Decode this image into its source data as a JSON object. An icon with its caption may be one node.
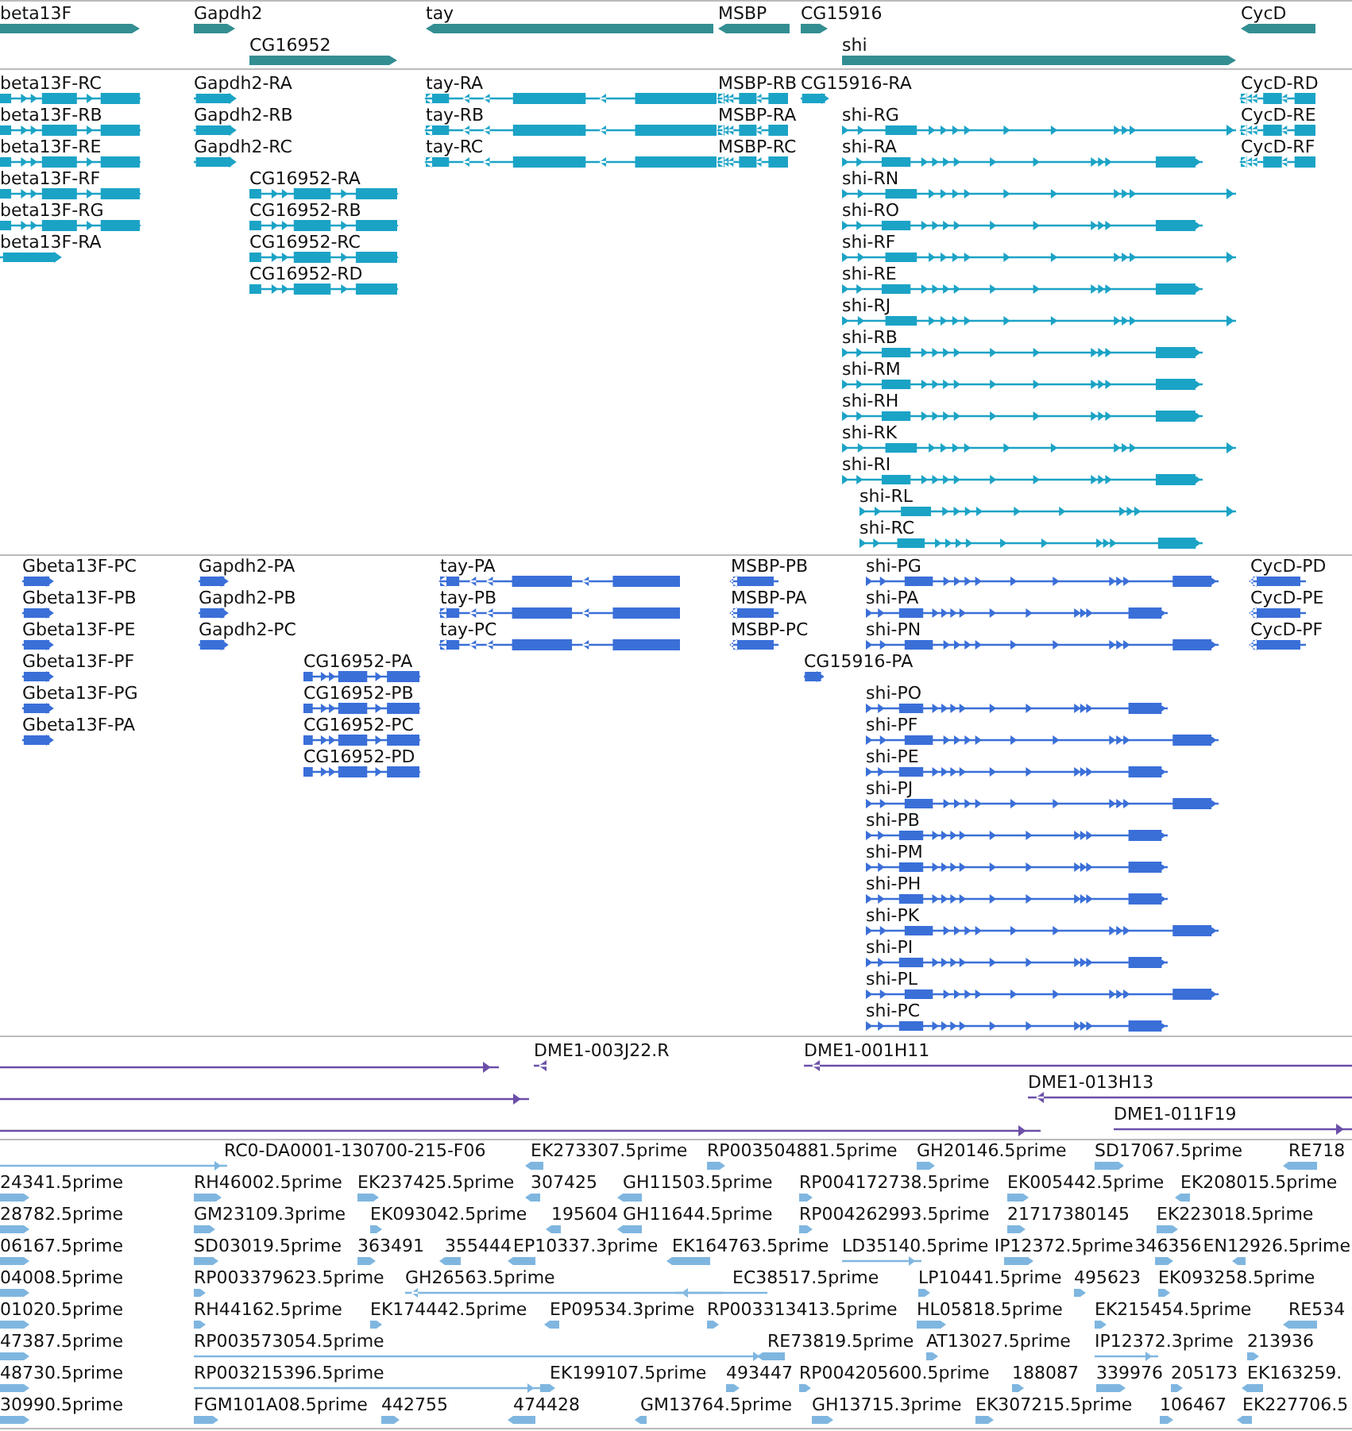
{
  "diagram": {
    "labels": [
      "beta13F",
      "Gapdh2",
      "tay",
      "MSBP",
      "CG15916",
      "CycD",
      "CG16952",
      "shi",
      "beta13F-RC",
      "Gapdh2-RA",
      "tay-RA",
      "MSBP-RB",
      "CG15916-RA",
      "CycD-RD",
      "beta13F-RB",
      "Gapdh2-RB",
      "tay-RB",
      "MSBP-RA",
      "shi-RG",
      "CycD-RE",
      "beta13F-RE",
      "Gapdh2-RC",
      "tay-RC",
      "MSBP-RC",
      "shi-RA",
      "CycD-RF",
      "beta13F-RF",
      "CG16952-RA",
      "shi-RN",
      "beta13F-RG",
      "CG16952-RB",
      "shi-RO",
      "beta13F-RA",
      "CG16952-RC",
      "shi-RF",
      "CG16952-RD",
      "shi-RE",
      "shi-RJ",
      "shi-RB",
      "shi-RM",
      "shi-RH",
      "shi-RK",
      "shi-RI",
      "shi-RL",
      "shi-RC",
      "Gbeta13F-PC",
      "Gapdh2-PA",
      "tay-PA",
      "MSBP-PB",
      "shi-PG",
      "CycD-PD",
      "Gbeta13F-PB",
      "Gapdh2-PB",
      "tay-PB",
      "MSBP-PA",
      "shi-PA",
      "CycD-PE",
      "Gbeta13F-PE",
      "Gapdh2-PC",
      "tay-PC",
      "MSBP-PC",
      "shi-PN",
      "CycD-PF",
      "Gbeta13F-PF",
      "CG16952-PA",
      "CG15916-PA",
      "Gbeta13F-PG",
      "CG16952-PB",
      "shi-PO",
      "Gbeta13F-PA",
      "CG16952-PC",
      "shi-PF",
      "CG16952-PD",
      "shi-PE",
      "shi-PJ",
      "shi-PB",
      "shi-PM",
      "shi-PH",
      "shi-PK",
      "shi-PI",
      "shi-PL",
      "shi-PC",
      "DME1-003J22.R",
      "DME1-001H11",
      "DME1-013H13",
      "DME1-011F19",
      "RC0-DA0001-130700-215-F06",
      "EK273307.5prime",
      "RP003504881.5prime",
      "GH20146.5prime",
      "SD17067.5prime",
      "RE718",
      "24341.5prime",
      "RH46002.5prime",
      "EK237425.5prime",
      "307425",
      "GH11503.5prime",
      "RP004172738.5prime",
      "EK005442.5prime",
      "EK208015.5prime",
      "28782.5prime",
      "GM23109.3prime",
      "EK093042.5prime",
      "195604",
      "GH11644.5prime",
      "RP004262993.5prime",
      "21717380145",
      "EK223018.5prime",
      "06167.5prime",
      "SD03019.5prime",
      "363491",
      "355444",
      "EP10337.3prime",
      "EK164763.5prime",
      "LD35140.5prime",
      "IP12372.5prime",
      "346356",
      "EN12926.5prime",
      "04008.5prime",
      "RP003379623.5prime",
      "GH26563.5prime",
      "EC38517.5prime",
      "LP10441.5prime",
      "495623",
      "EK093258.5prime",
      "01020.5prime",
      "RH44162.5prime",
      "EK174442.5prime",
      "EP09534.3prime",
      "RP003313413.5prime",
      "HL05818.5prime",
      "EK215454.5prime",
      "RE534",
      "47387.5prime",
      "RP003573054.5prime",
      "RE73819.5prime",
      "AT13027.5prime",
      "IP12372.3prime",
      "213936",
      "48730.5prime",
      "RP003215396.5prime",
      "EK199107.5prime",
      "493447",
      "RP004205600.5prime",
      "188087",
      "339976",
      "205173",
      "EK163259.",
      "30990.5prime",
      "FGM101A08.5prime",
      "442755",
      "474428",
      "GM13764.5prime",
      "GH13715.3prime",
      "EK307215.5prime",
      "106467",
      "EK227706.5"
    ]
  }
}
